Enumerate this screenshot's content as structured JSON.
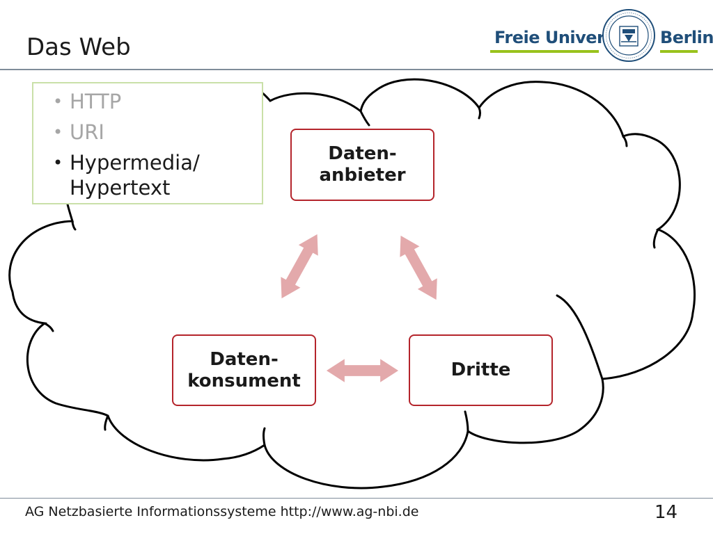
{
  "slide": {
    "title": "Das Web",
    "page_number": "14",
    "footer": "AG Netzbasierte Informationssysteme http://www.ag-nbi.de"
  },
  "logo": {
    "left_text": "Freie Universität",
    "right_text": "Berlin",
    "seal_text": "VERITAS · IUSTITIA · LIBERTAS · FREIE UNIVERSITÄT BERLIN",
    "primary_color": "#1f4e79",
    "accent_color": "#99c21c"
  },
  "bullets": [
    {
      "text": "HTTP",
      "state": "muted"
    },
    {
      "text": "URI",
      "state": "muted"
    },
    {
      "text": "Hypermedia/\nHypertext",
      "state": "active"
    }
  ],
  "diagram": {
    "nodes": [
      {
        "id": "anbieter",
        "label": "Daten-\nanbieter"
      },
      {
        "id": "konsument",
        "label": "Daten-\nkonsument"
      },
      {
        "id": "dritte",
        "label": "Dritte"
      }
    ],
    "edges": [
      {
        "from": "anbieter",
        "to": "konsument",
        "type": "bidirectional"
      },
      {
        "from": "anbieter",
        "to": "dritte",
        "type": "bidirectional"
      },
      {
        "from": "konsument",
        "to": "dritte",
        "type": "bidirectional"
      }
    ],
    "node_border_color": "#b4242b",
    "arrow_color": "#e3a9ab",
    "bullet_box_color": "#c9e0a8"
  }
}
